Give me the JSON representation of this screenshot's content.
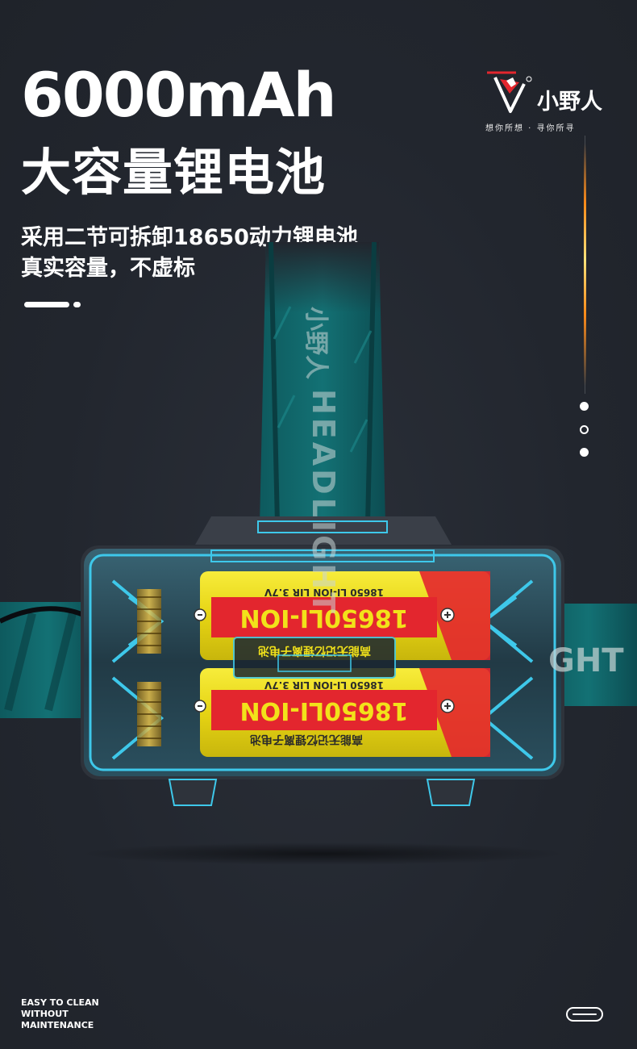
{
  "headline": {
    "capacity": "6000mAh",
    "title": "大容量锂电池"
  },
  "description": {
    "line1": "采用二节可拆卸18650动力锂电池",
    "line2": "真实容量，不虚标"
  },
  "brand": {
    "name": "小野人",
    "slogan": "想你所想 · 寻你所寻"
  },
  "product": {
    "strap_text": "HEADLIGHT",
    "strap_brand": "小野人",
    "side_text": "GHT",
    "battery_label": "18650LI-ION",
    "battery_spec": "18650 LI-ION LIR 3.7V",
    "battery_cn": "高能无记忆锂离子电池",
    "icons": [
      "battery-icon",
      "headlamp-icon"
    ]
  },
  "footer": {
    "line1": "EASY TO CLEAN",
    "line2": "WITHOUT",
    "line3": "MAINTENANCE"
  },
  "colors": {
    "background": "#22262e",
    "accent_orange": "#ff8c1a",
    "battery_red": "#e3262e",
    "battery_yellow": "#f2e21a",
    "frame_cyan": "#3ec8ea"
  }
}
